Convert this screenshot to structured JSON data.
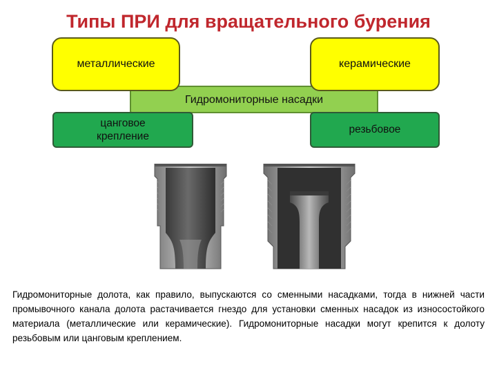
{
  "title": "Типы ПРИ для вращательного бурения",
  "center_label": "Гидромониторные насадки",
  "boxes": {
    "metallic": "металлические",
    "ceramic": "керамические",
    "collet": "цанговое крепление",
    "threaded": "резьбовое"
  },
  "colors": {
    "title": "#c0272d",
    "yellow": "#ffff00",
    "light_green": "#92d050",
    "dark_green": "#21a84f"
  },
  "description": "Гидромониторные долота, как правило, выпускаются со сменными насадками, тогда в нижней части промывочного канала долота растачивается гнездо для установки сменных насадок из износостойкого материала (металлические или керамические). Гидромониторные насадки могут крепится к долоту резьбовым или цанговым креплением."
}
